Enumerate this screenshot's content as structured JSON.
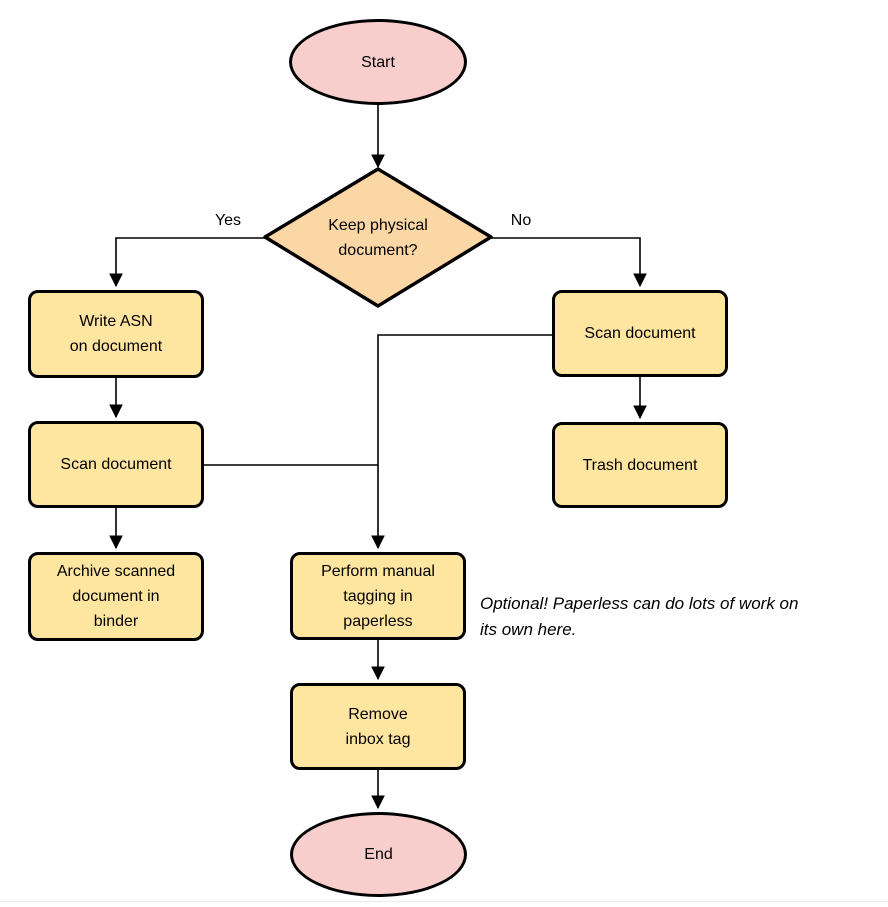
{
  "colors": {
    "terminal_fill": "#f8cecc",
    "decision_fill": "#fcd7a6",
    "process_fill": "#ffe6a0",
    "stroke": "#000000",
    "background": "#ffffff"
  },
  "nodes": {
    "start": {
      "label": "Start",
      "shape": "ellipse"
    },
    "decision": {
      "label": "Keep physical\ndocument?",
      "shape": "diamond"
    },
    "write_asn": {
      "label": "Write ASN\non document",
      "shape": "process"
    },
    "scan_left": {
      "label": "Scan document",
      "shape": "process"
    },
    "archive": {
      "label": "Archive scanned\ndocument in\nbinder",
      "shape": "process"
    },
    "scan_right": {
      "label": "Scan document",
      "shape": "process"
    },
    "trash": {
      "label": "Trash document",
      "shape": "process"
    },
    "perform_tagging": {
      "label": "Perform manual\ntagging in\npaperless",
      "shape": "process"
    },
    "remove_inbox": {
      "label": "Remove\ninbox tag",
      "shape": "process"
    },
    "end": {
      "label": "End",
      "shape": "ellipse"
    }
  },
  "edge_labels": {
    "yes": "Yes",
    "no": "No"
  },
  "annotation": "Optional! Paperless can do lots of work on\nits own here.",
  "edges": [
    {
      "from": "start",
      "to": "decision",
      "label": ""
    },
    {
      "from": "decision",
      "to": "write_asn",
      "label": "Yes"
    },
    {
      "from": "decision",
      "to": "scan_right",
      "label": "No"
    },
    {
      "from": "write_asn",
      "to": "scan_left",
      "label": ""
    },
    {
      "from": "scan_left",
      "to": "archive",
      "label": ""
    },
    {
      "from": "scan_right",
      "to": "trash",
      "label": ""
    },
    {
      "from": "scan_right",
      "to": "perform_tagging",
      "label": ""
    },
    {
      "from": "scan_left",
      "to": "perform_tagging",
      "label": ""
    },
    {
      "from": "perform_tagging",
      "to": "remove_inbox",
      "label": ""
    },
    {
      "from": "remove_inbox",
      "to": "end",
      "label": ""
    }
  ]
}
